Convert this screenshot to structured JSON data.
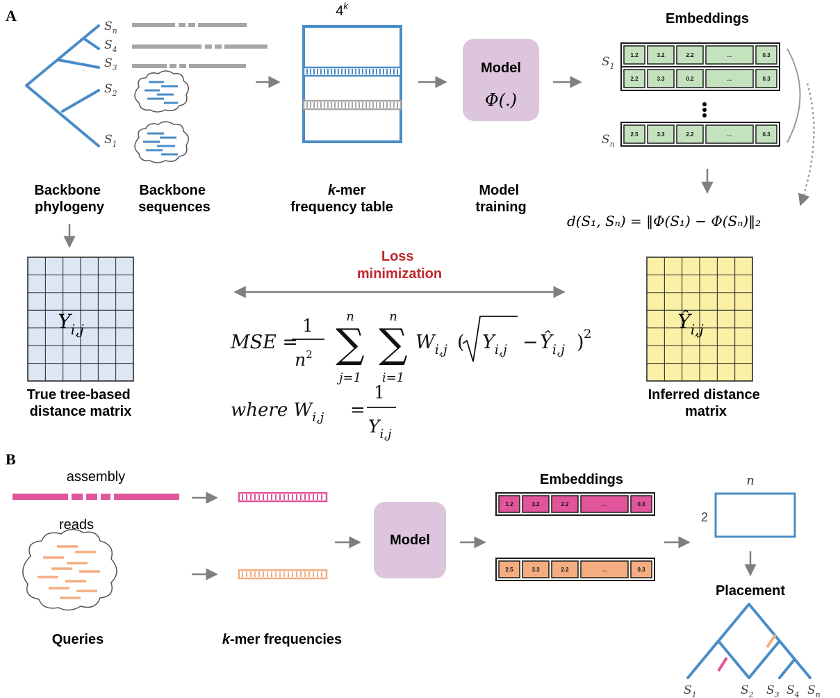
{
  "panel_a": {
    "letter": "A",
    "taxa": [
      "S",
      "S",
      "S",
      "S",
      "S"
    ],
    "taxa_sub": [
      "n",
      "4",
      "3",
      "2",
      "1"
    ],
    "label_phylogeny": [
      "Backbone",
      "phylogeny"
    ],
    "label_sequences": [
      "Backbone",
      "sequences"
    ],
    "table_header_base": "4",
    "table_header_exp": "k",
    "label_kmer": [
      "k",
      "-mer",
      "frequency table"
    ],
    "model_title": "Model",
    "model_func": "Φ(.)",
    "label_training": [
      "Model",
      "training"
    ],
    "embeddings_title": "Embeddings",
    "emb_row_labels": [
      "S",
      "S"
    ],
    "emb_row_subs": [
      "1",
      "n"
    ],
    "emb_rows": [
      [
        "1.2",
        "3.2",
        "2.2",
        "...",
        "0.3"
      ],
      [
        "2.2",
        "3.3",
        "0.2",
        "...",
        "0.3"
      ],
      [
        "2.5",
        "3.3",
        "2.2",
        "...",
        "0.3"
      ]
    ],
    "distance_formula": "d(S₁, Sₙ) = ‖Φ(S₁) − Φ(Sₙ)‖₂",
    "true_matrix_symbol": "Y",
    "true_matrix_sub": "i,j",
    "label_true_matrix": [
      "True tree-based",
      "distance matrix"
    ],
    "loss_title": [
      "Loss",
      "minimization"
    ],
    "mse_lhs": "MSE =",
    "mse_frac_num": "1",
    "mse_frac_den": "n",
    "mse_frac_den_exp": "2",
    "mse_sum_top": "n",
    "mse_sum_bottom_j": "j=1",
    "mse_sum_bottom_i": "i=1",
    "mse_body": "W",
    "mse_body_sub": "i,j",
    "mse_sqrt_arg": "Y",
    "mse_sqrt_sub": "i,j",
    "mse_minus": "−",
    "mse_hat": "Ŷ",
    "mse_hat_sub": "i,j",
    "mse_exp": "2",
    "where_text": "where W",
    "where_sub": "i,j",
    "where_eq": "=",
    "where_num": "1",
    "where_den": "Y",
    "where_den_sub": "i,j",
    "inferred_symbol": "Ŷ",
    "inferred_sub": "i,j",
    "label_inferred": [
      "Inferred distance",
      "matrix"
    ]
  },
  "panel_b": {
    "letter": "B",
    "assembly": "assembly",
    "reads": "reads",
    "queries": "Queries",
    "kmer_freqs": [
      "k",
      "-mer frequencies"
    ],
    "model": "Model",
    "embeddings_title": "Embeddings",
    "emb_rows": [
      [
        "1.2",
        "3.2",
        "2.2",
        "...",
        "0.3"
      ],
      [
        "2.5",
        "3.3",
        "2.2",
        "...",
        "0.3"
      ]
    ],
    "matrix_rows": "2",
    "matrix_cols": "n",
    "placement": "Placement",
    "leaves": [
      "S",
      "S",
      "S",
      "S",
      "S"
    ],
    "leaf_subs": [
      "1",
      "2",
      "3",
      "4",
      "n"
    ]
  },
  "colors": {
    "tree_blue": "#4a8cc7",
    "gray": "#a6a6a6",
    "model_purple": "#dcc5dd",
    "emb_green": "#c5e2bf",
    "true_matrix_bg": "#dde7f3",
    "inferred_bg": "#faf0a6",
    "loss_red": "#c0282a",
    "pink": "#e0559c",
    "orange": "#f3ad80"
  }
}
